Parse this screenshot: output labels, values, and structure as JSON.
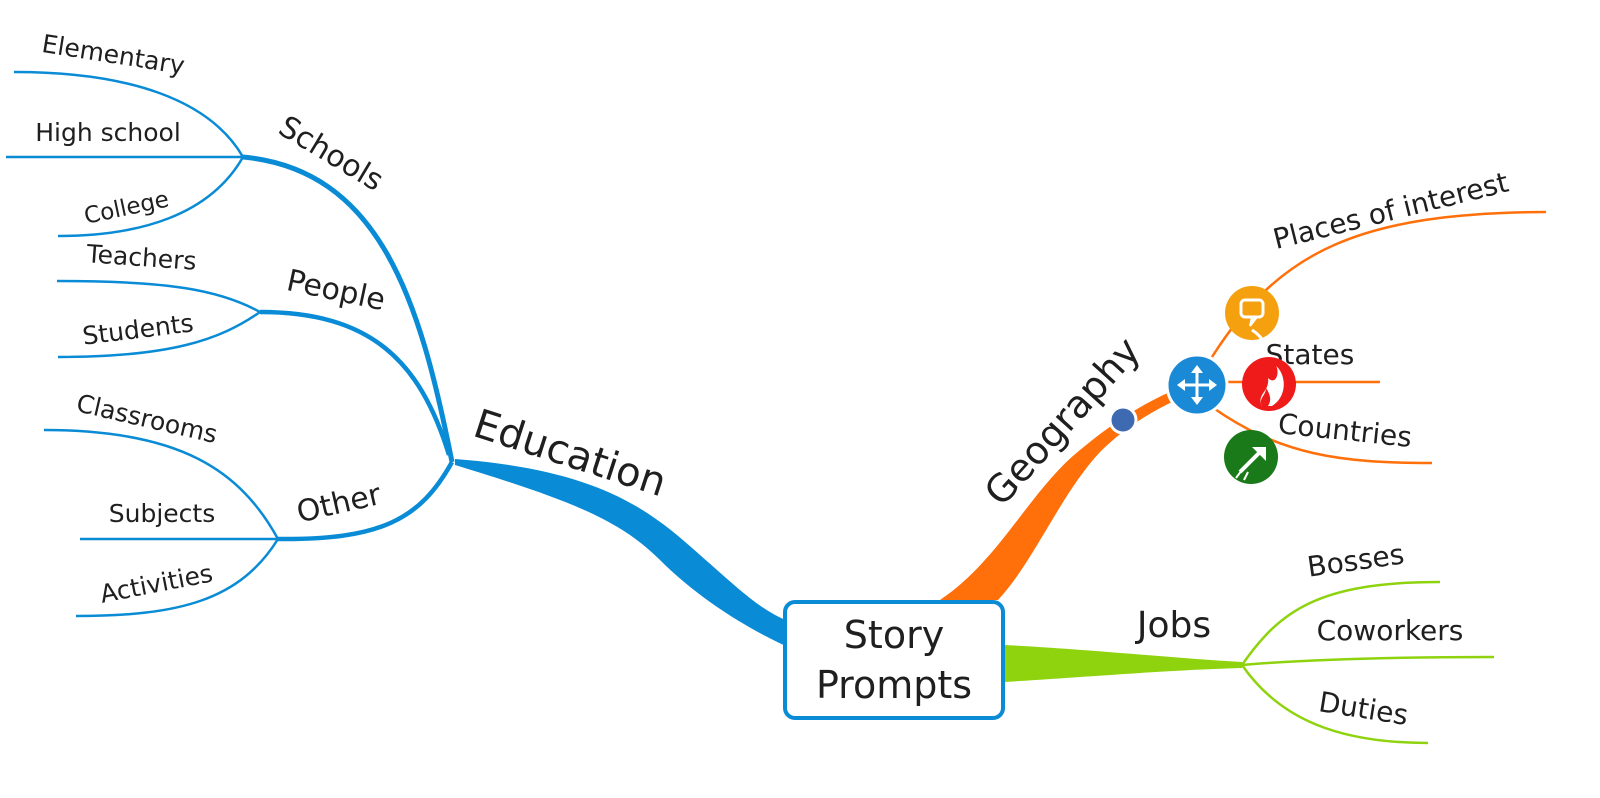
{
  "mindmap": {
    "central_topic": "Story\nPrompts",
    "colors": {
      "education": "#0a8bd6",
      "geography": "#ff6f0a",
      "jobs": "#8fd30f",
      "text": "#1f1f1f"
    },
    "education": {
      "label": "Education",
      "schools": {
        "label": "Schools",
        "items": [
          "Elementary",
          "High school",
          "College"
        ]
      },
      "people": {
        "label": "People",
        "items": [
          "Teachers",
          "Students"
        ]
      },
      "other": {
        "label": "Other",
        "items": [
          "Classrooms",
          "Subjects",
          "Activities"
        ]
      }
    },
    "geography": {
      "label": "Geography",
      "items": [
        "Places of interest",
        "States",
        "Countries"
      ],
      "icons": {
        "handle": "move-arrows-icon",
        "places": "speech-bubble-icon",
        "states": "flame-icon",
        "countries": "trend-arrow-icon",
        "connector": "connector-dot-icon"
      },
      "icon_colors": {
        "handle": "#1a8ad6",
        "places": "#f5a10f",
        "states": "#ef1b1b",
        "countries": "#1a7a1a",
        "connector": "#3e6ab2"
      }
    },
    "jobs": {
      "label": "Jobs",
      "items": [
        "Bosses",
        "Coworkers",
        "Duties"
      ]
    }
  }
}
